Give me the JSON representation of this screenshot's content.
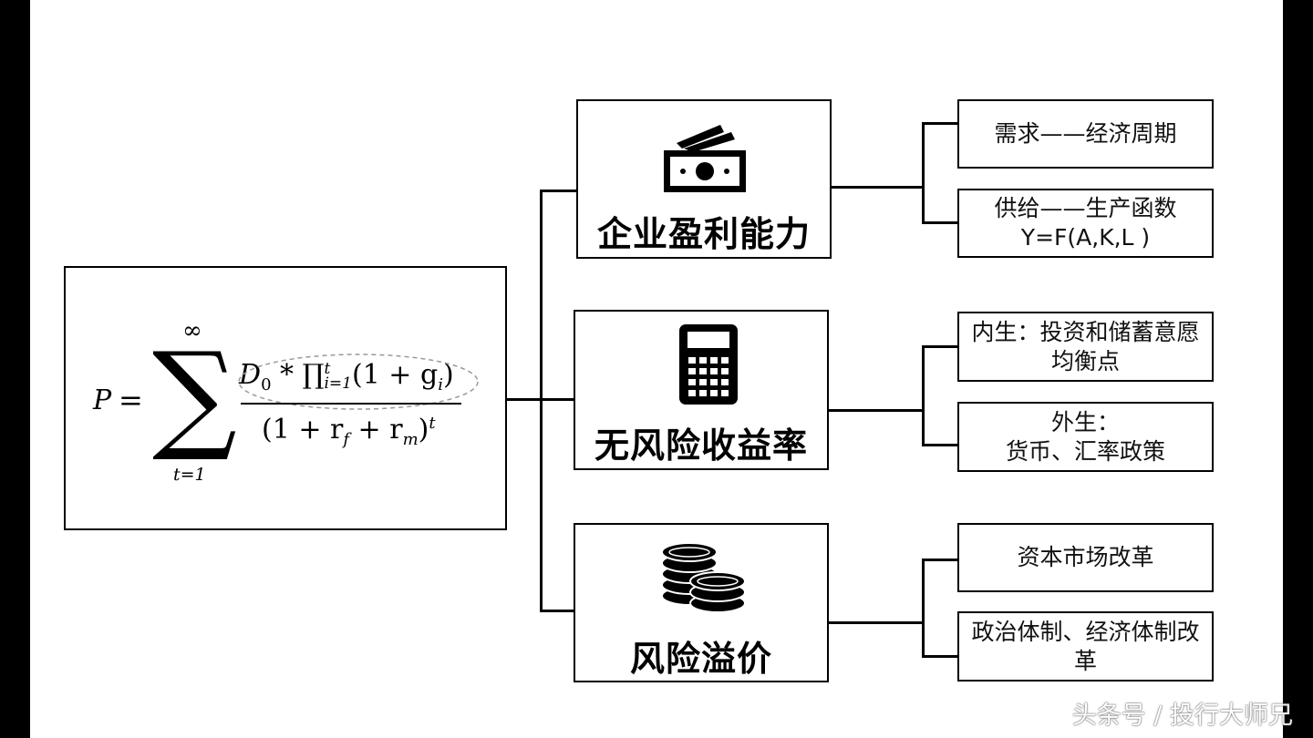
{
  "formula": {
    "lhs": "P",
    "equals": "=",
    "sum_symbol": "∑",
    "upper_limit": "∞",
    "lower_limit": "t=1",
    "numerator": {
      "d": "D",
      "d_sub": "0",
      "times": " * ",
      "prod": "∏",
      "prod_sup": "t",
      "prod_sub": "i=1",
      "term": "(1 + g",
      "term_sub": "i",
      "term_close": ")"
    },
    "denominator": {
      "open": "(1 + r",
      "rf_sub": "f",
      "plus": " + r",
      "rm_sub": "m",
      "close": ")",
      "power": "t"
    }
  },
  "factors": [
    {
      "label": "企业盈利能力",
      "icon": "money-icon",
      "details": [
        {
          "line1": "需求——经济周期",
          "line2": ""
        },
        {
          "line1": "供给——生产函数",
          "line2": "Y=F(A,K,L )"
        }
      ]
    },
    {
      "label": "无风险收益率",
      "icon": "calculator-icon",
      "details": [
        {
          "line1": "内生：投资和储蓄意愿",
          "line2": "均衡点"
        },
        {
          "line1": "外生：",
          "line2": "货币、汇率政策"
        }
      ]
    },
    {
      "label": "风险溢价",
      "icon": "coins-icon",
      "details": [
        {
          "line1": "资本市场改革",
          "line2": ""
        },
        {
          "line1": "政治体制、经济体制改",
          "line2": "革"
        }
      ]
    }
  ],
  "watermark": "头条号 / 投行大师兄"
}
